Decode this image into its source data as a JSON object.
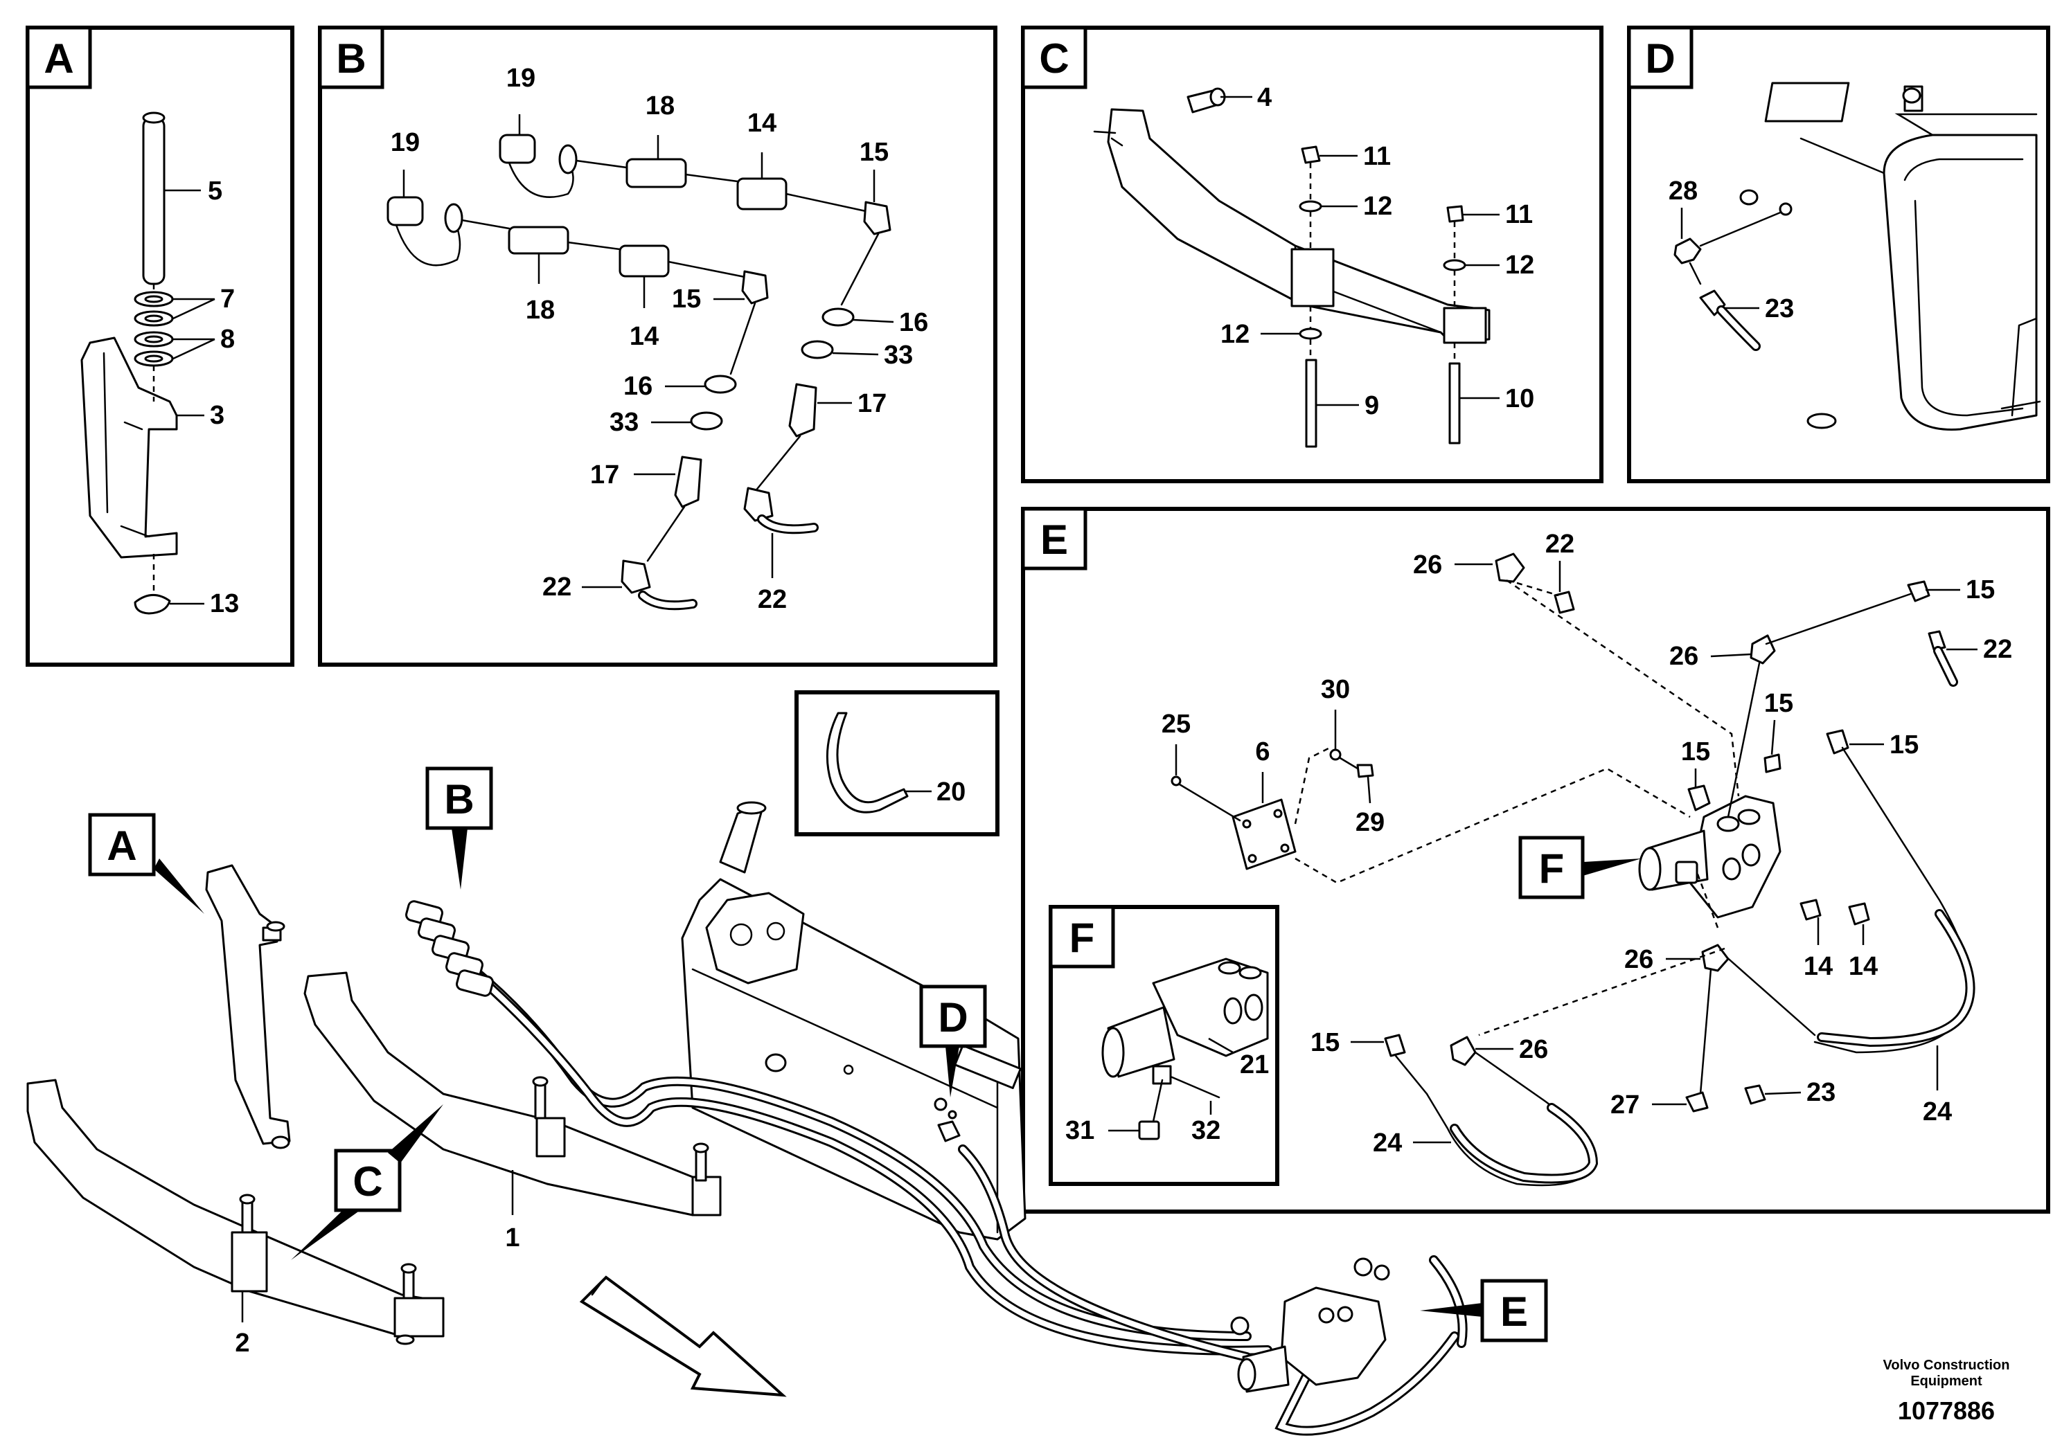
{
  "panels": [
    {
      "id": "A",
      "label": "A"
    },
    {
      "id": "B",
      "label": "B"
    },
    {
      "id": "C",
      "label": "C"
    },
    {
      "id": "D",
      "label": "D"
    },
    {
      "id": "E",
      "label": "E"
    },
    {
      "id": "F",
      "label": "F"
    }
  ],
  "callouts": {
    "A": "A",
    "B": "B",
    "C": "C",
    "D": "D",
    "E": "E",
    "F": "F"
  },
  "part_numbers": {
    "panel_A": [
      "5",
      "7",
      "8",
      "3",
      "13"
    ],
    "panel_B": [
      "19",
      "19",
      "18",
      "18",
      "14",
      "14",
      "15",
      "15",
      "16",
      "16",
      "33",
      "33",
      "17",
      "17",
      "22",
      "22"
    ],
    "panel_C": [
      "4",
      "11",
      "12",
      "11",
      "12",
      "12",
      "9",
      "10"
    ],
    "panel_D": [
      "28",
      "23"
    ],
    "panel_E": [
      "26",
      "22",
      "15",
      "22",
      "26",
      "15",
      "15",
      "15",
      "30",
      "25",
      "6",
      "29",
      "14",
      "14",
      "26",
      "26",
      "15",
      "23",
      "27",
      "24",
      "24"
    ],
    "panel_F": [
      "21",
      "31",
      "32"
    ],
    "tie": [
      "20"
    ],
    "main": [
      "1",
      "2"
    ]
  },
  "footer": {
    "brand_line1": "Volvo Construction",
    "brand_line2": "Equipment",
    "drawing_number": "1077886"
  }
}
